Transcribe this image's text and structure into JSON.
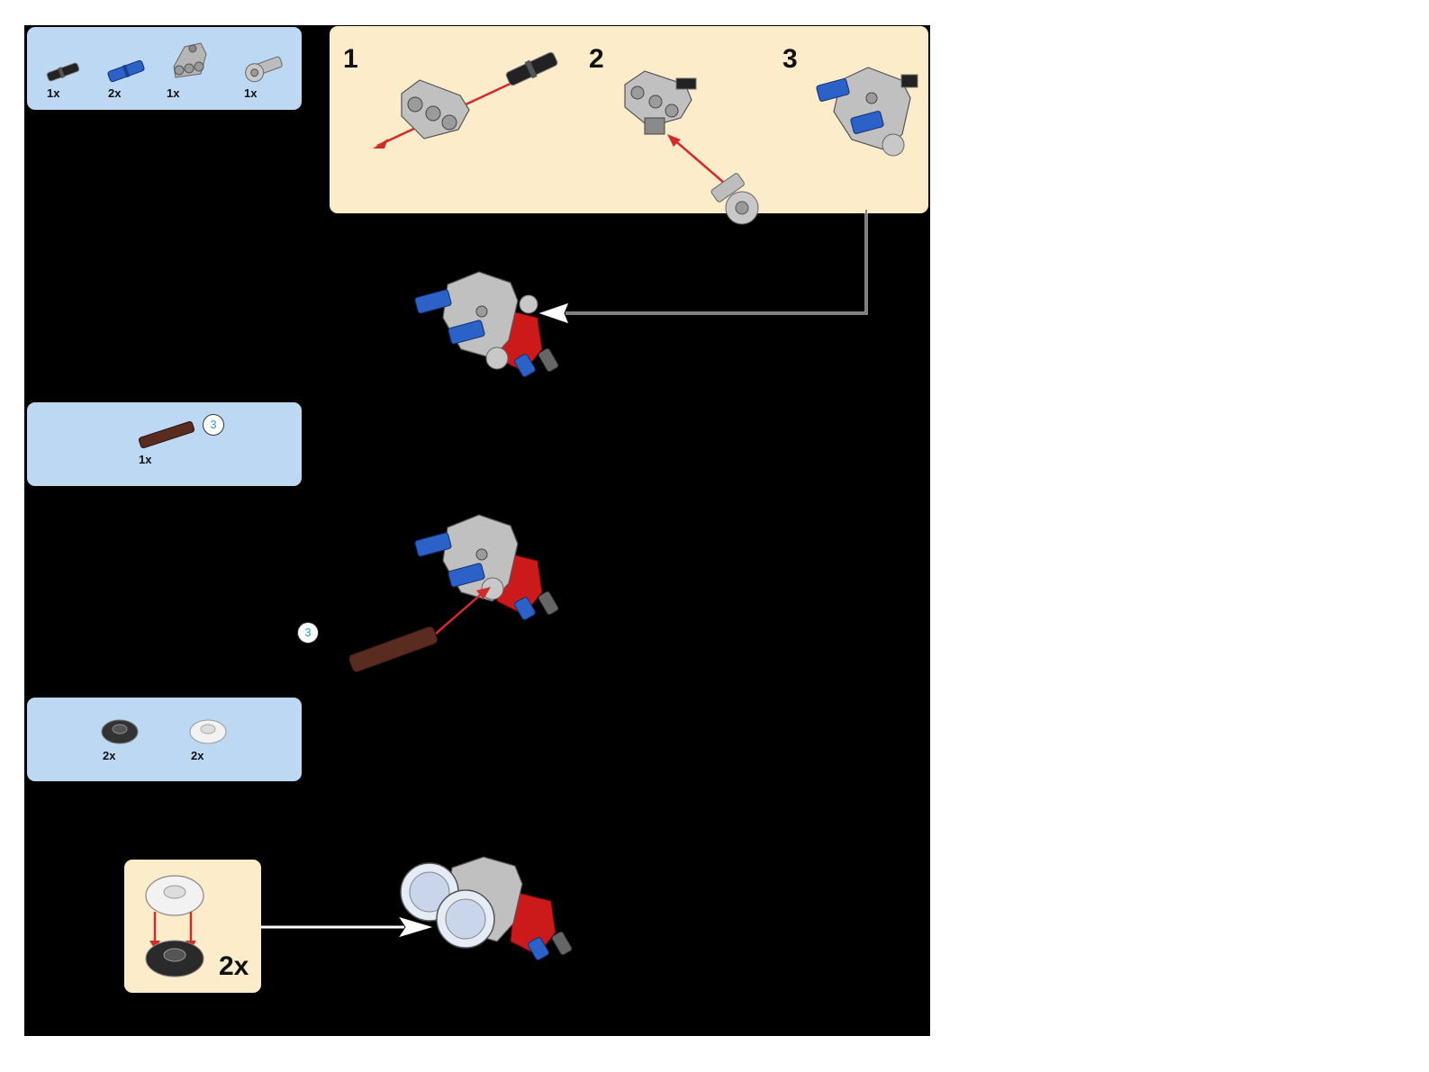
{
  "parts_list_1": {
    "quantities": [
      "1x",
      "2x",
      "1x",
      "1x"
    ],
    "icons": [
      "black-pin-icon",
      "blue-axle-pin-icon",
      "gray-beam-icon",
      "gray-connector-icon"
    ]
  },
  "sub_build": {
    "steps": [
      "1",
      "2",
      "3"
    ]
  },
  "parts_list_2": {
    "quantity": "1x",
    "callout": "3",
    "icon": "brown-axle-icon"
  },
  "main_step_axle": {
    "callout": "3"
  },
  "parts_list_3": {
    "quantities": [
      "2x",
      "2x"
    ],
    "icons": [
      "black-round-plate-icon",
      "clear-dish-icon"
    ]
  },
  "sub_assembly_light": {
    "multiplier": "2x"
  },
  "colors": {
    "parts_panel": "#bcd8f3",
    "subassembly_panel": "#fcecc9",
    "arrow": "#d42a2a",
    "background": "#000000"
  }
}
